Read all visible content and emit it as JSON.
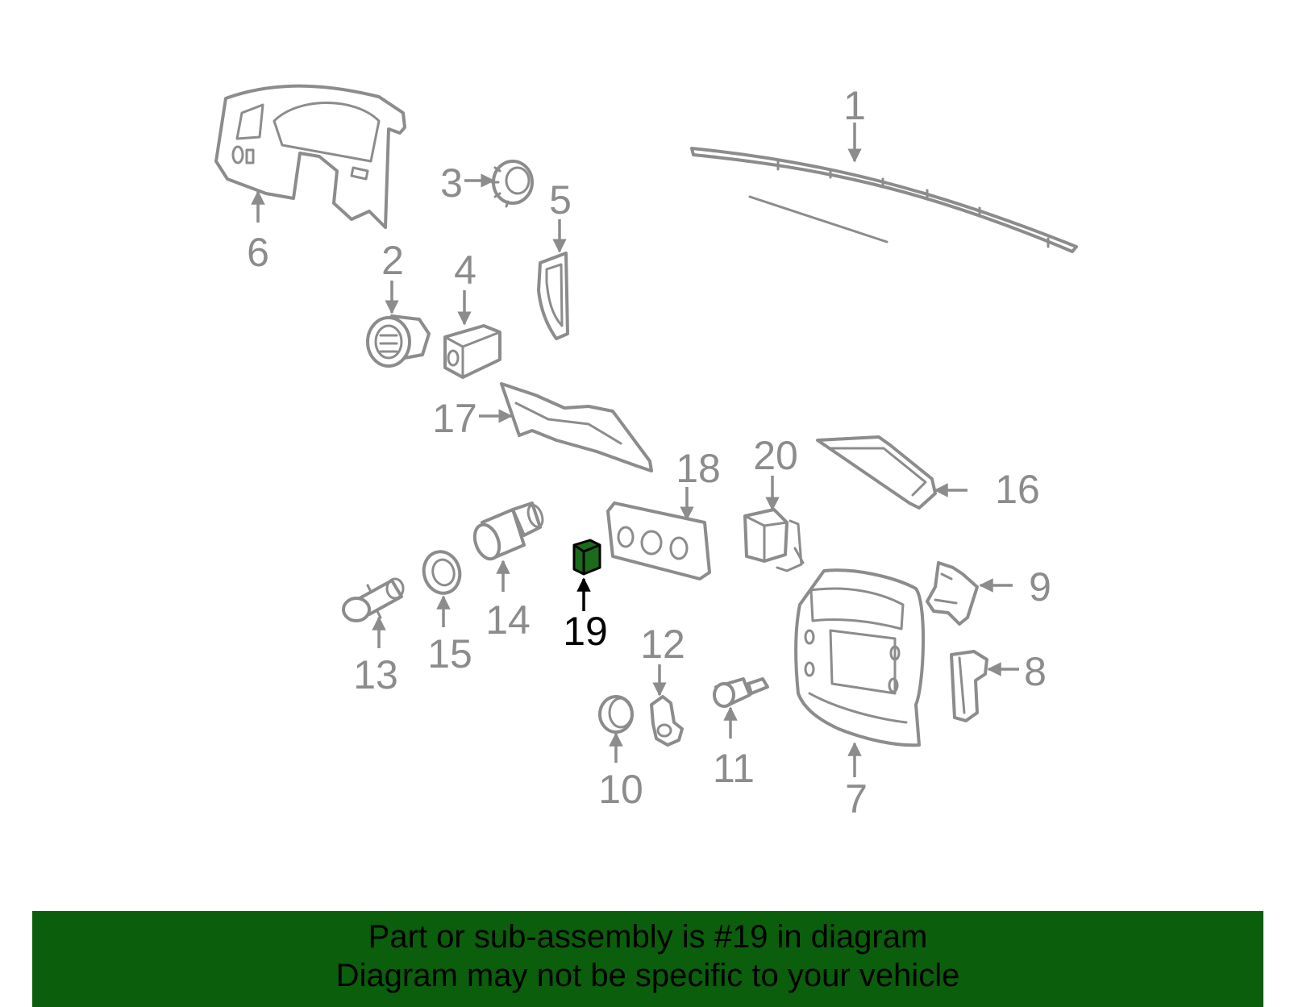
{
  "diagram": {
    "highlighted_part": "19",
    "colors": {
      "part_stroke": "#8c8c8c",
      "highlight_fill": "#1b6b1b",
      "highlight_label": "#000000",
      "banner_background": "#0b5e0b"
    },
    "labels": {
      "p1": "1",
      "p2": "2",
      "p3": "3",
      "p4": "4",
      "p5": "5",
      "p6": "6",
      "p7": "7",
      "p8": "8",
      "p9": "9",
      "p10": "10",
      "p11": "11",
      "p12": "12",
      "p13": "13",
      "p14": "14",
      "p15": "15",
      "p16": "16",
      "p17": "17",
      "p18": "18",
      "p19": "19",
      "p20": "20"
    }
  },
  "banner": {
    "line1": "Part or sub-assembly is #19 in diagram",
    "line2": "Diagram may not be specific to your vehicle"
  }
}
